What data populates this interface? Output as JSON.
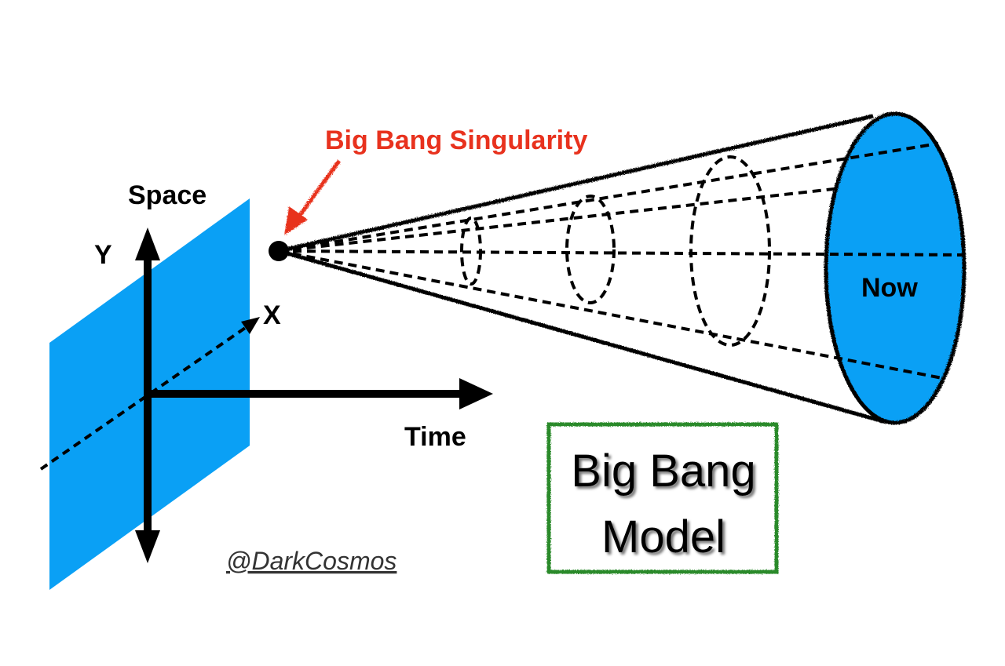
{
  "labels": {
    "singularity": "Big Bang Singularity",
    "space": "Space",
    "y_axis": "Y",
    "x_axis": "X",
    "time": "Time",
    "now": "Now",
    "credit": "@DarkCosmos"
  },
  "title_box": {
    "line1": "Big Bang",
    "line2": "Model"
  },
  "colors": {
    "plane": "#0aa0f5",
    "singularity_label": "#e8321e",
    "box_border": "#2a8a2a"
  }
}
